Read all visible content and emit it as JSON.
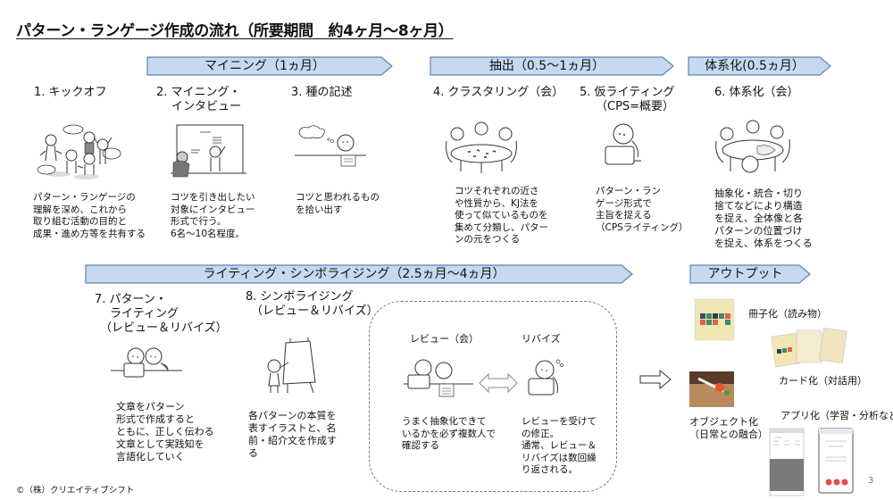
{
  "title": "パターン・ランゲージ作成の流れ（所要期間　約4ヶ月～8ヶ月）",
  "colors": {
    "phase_fill": "#c6d9ef",
    "phase_stroke": "#5b86b6",
    "dash_border": "#777777"
  },
  "phases": [
    {
      "label": "マイニング（1ヵ月）"
    },
    {
      "label": "抽出（0.5～1ヵ月）"
    },
    {
      "label": "体系化(0.5ヵ月）"
    },
    {
      "label": "ライティング・シンボライジング（2.5ヵ月～4ヵ月）"
    },
    {
      "label": "アウトプット"
    }
  ],
  "steps": [
    {
      "title": [
        "1. キックオフ"
      ],
      "desc": [
        "パターン・ランゲージの",
        "理解を深め、これから",
        "取り組む活動の目的と",
        "成果・進め方等を共有する"
      ],
      "illustration": "people-talking-icon"
    },
    {
      "title": [
        "2. マイニング・",
        "インタビュー"
      ],
      "desc": [
        "コツを引き出したい",
        "対象にインタビュー",
        "形式で行う。",
        "6名～10名程度。"
      ],
      "illustration": "whiteboard-interview-icon"
    },
    {
      "title": [
        "3. 種の記述"
      ],
      "desc": [
        "コツと思われるもの",
        "を拾い出す"
      ],
      "illustration": "thinking-writing-icon"
    },
    {
      "title": [
        "4. クラスタリング（会）"
      ],
      "desc": [
        "コツそれぞれの近さ",
        "や性質から、KJ法を",
        "使って似ているものを",
        "集めて分類し、パター",
        "ンの元をつくる"
      ],
      "illustration": "table-clustering-icon"
    },
    {
      "title": [
        "5. 仮ライティング",
        "（CPS=概要）"
      ],
      "desc": [
        "パターン・ラン",
        "ゲージ形式で",
        "主旨を捉える",
        "（CPSライティング）"
      ],
      "illustration": "laptop-person-icon"
    },
    {
      "title": [
        "6. 体系化（会）"
      ],
      "desc": [
        "抽象化・統合・切り",
        "捨てなどにより構造",
        "を捉え、全体像と各",
        "パターンの位置づけ",
        "を捉え、体系をつくる"
      ],
      "illustration": "table-systemize-icon"
    },
    {
      "title": [
        "7. パターン・",
        "ライティング",
        "（レビュー＆リバイズ）"
      ],
      "desc": [
        "文章をパターン",
        "形式で作成すると",
        "ともに、正しく伝わる",
        "文章として実践知を",
        "言語化していく"
      ],
      "illustration": "pair-writing-icon"
    },
    {
      "title": [
        "8. シンボライジング",
        "（レビュー＆リバイズ）"
      ],
      "desc": [
        "各パターンの本質を",
        "表すイラストと、名",
        "前・紹介文を作成す",
        "る"
      ],
      "illustration": "easel-drawing-icon"
    }
  ],
  "review_box": {
    "review": {
      "title": "レビュー（会）",
      "desc": [
        "うまく抽象化できて",
        "いるかを必ず複数人で",
        "確認する"
      ]
    },
    "revise": {
      "title": "リバイズ",
      "desc": [
        "レビューを受けて",
        "の修正。",
        "通常、レビュー＆",
        "リバイズは数回繰",
        "り返される。"
      ]
    }
  },
  "outputs": [
    {
      "label": [
        "冊子化（読み物）"
      ],
      "icon": "booklet-icon"
    },
    {
      "label": [
        "カード化（対話用）"
      ],
      "icon": "cards-icon"
    },
    {
      "label": [
        "オブジェクト化",
        "（日常との融合）"
      ],
      "icon": "object-photo-icon"
    },
    {
      "label": [
        "アプリ化（学習・分析など）"
      ],
      "icon": "app-screens-icon"
    }
  ],
  "footer": "©（株）クリエイティブシフト",
  "page_number": "3"
}
